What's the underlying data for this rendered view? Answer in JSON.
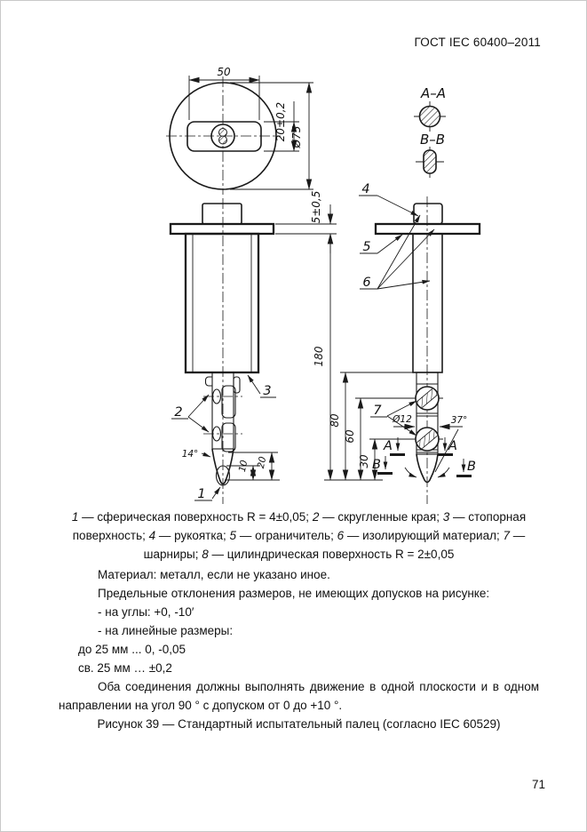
{
  "page": {
    "header": "ГОСТ IEC 60400–2011",
    "number": "71"
  },
  "figure": {
    "dims": {
      "top_width": "50",
      "slot_height": "20±0,2",
      "diameter": "Ø75",
      "flange_thk": "5±0,5",
      "total": "180",
      "l80": "80",
      "l60": "60",
      "l30": "30",
      "tip20": "20",
      "tip10": "10",
      "taper": "14°",
      "finger_d": "Ø12",
      "tip_angle": "37°"
    },
    "sections": {
      "aa": "A–A",
      "bb": "B–B",
      "a": "A",
      "b": "B"
    },
    "callouts": {
      "c1": "1",
      "c2": "2",
      "c3": "3",
      "c4": "4",
      "c5": "5",
      "c6": "6",
      "c7": "7"
    }
  },
  "legend": {
    "items": [
      {
        "num": "1",
        "text": " — сферическая поверхность R = 4±0,05; "
      },
      {
        "num": "2",
        "text": " — скругленные края; "
      },
      {
        "num": "3",
        "text": " — стопорная поверхность; "
      },
      {
        "num": "4",
        "text": " — рукоятка; "
      },
      {
        "num": "5",
        "text": " — ограничитель; "
      },
      {
        "num": "6",
        "text": " — изолирующий материал; "
      },
      {
        "num": "7",
        "text": " — шарниры; "
      },
      {
        "num": "8",
        "text": " — цилиндрическая поверхность R = 2±0,05"
      }
    ]
  },
  "notes": {
    "material": "Материал: металл, если не указано иное.",
    "deviations": "Предельные отклонения размеров, не имеющих допусков на рисунке:",
    "angles": "- на углы: +0,  -10′",
    "linear": "- на линейные размеры:",
    "upto25": "до 25 мм ... 0, -0,05",
    "over25": "св. 25 мм … ±0,2",
    "joints": "Оба соединения должны выполнять движение в одной плоскости и в одном направлении на угол 90 ° с допуском от 0 до +10 °."
  },
  "caption": "Рисунок 39 — Стандартный испытательный палец (согласно IEC 60529)"
}
